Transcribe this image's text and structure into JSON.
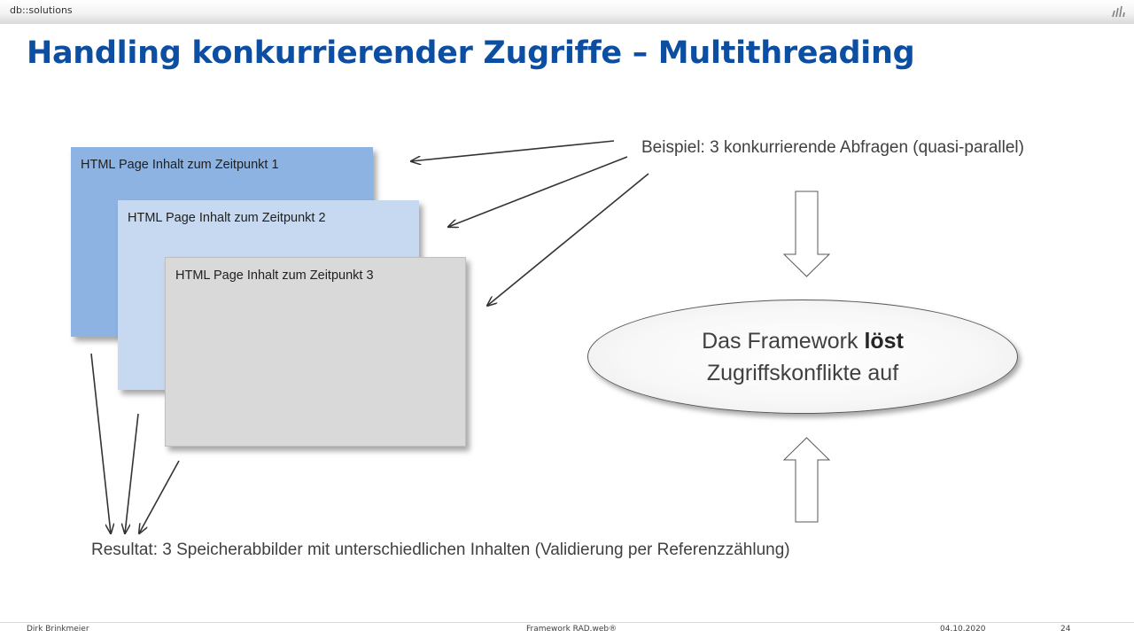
{
  "header": {
    "brand": "db::solutions",
    "logo_icon": "bar-chart-icon"
  },
  "slide": {
    "title": "Handling konkurrierender Zugriffe – Multithreading",
    "pages": [
      {
        "label": "HTML Page Inhalt zum Zeitpunkt 1",
        "color": "#8db3e2"
      },
      {
        "label": "HTML Page Inhalt zum Zeitpunkt 2",
        "color": "#c6d9f1"
      },
      {
        "label": "HTML Page Inhalt zum Zeitpunkt 3",
        "color": "#d9d9d9"
      }
    ],
    "example_text": "Beispiel: 3 konkurrierende Abfragen (quasi-parallel)",
    "framework": {
      "line1_prefix": "Das Framework ",
      "line1_bold": "löst",
      "line2": "Zugriffskonflikte auf"
    },
    "result_text": "Resultat: 3 Speicherabbilder mit unterschiedlichen Inhalten (Validierung per Referenzzählung)"
  },
  "footer": {
    "author": "Dirk Brinkmeier",
    "product": "Framework RAD.web®",
    "date": "04.10.2020",
    "page_number": "24"
  },
  "colors": {
    "title": "#0b4ea2",
    "text": "#404040"
  }
}
